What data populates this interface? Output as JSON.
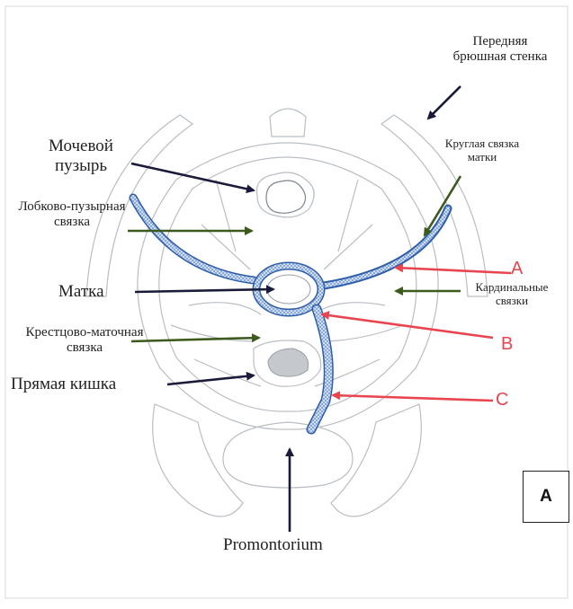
{
  "labels": {
    "anterior_wall": "Передняя брюшная стенка",
    "round_ligament": "Круглая связка матки",
    "bladder": "Мочевой пузырь",
    "pubovesical": "Лобково-пузырная связка",
    "uterus": "Матка",
    "cardinal": "Кардинальные связки",
    "sacrouterine": "Крестцово-маточная связка",
    "rectum": "Прямая кишка",
    "promontorium": "Promontorium"
  },
  "letters": {
    "a": "A",
    "b": "B",
    "c": "C"
  },
  "panel_label": "A",
  "colors": {
    "black_arrow": "#1a1a3a",
    "green_arrow": "#3d5a1e",
    "red_arrow": "#e8454f",
    "mesh": "#3b6fc4",
    "sketch": "#b9bec4"
  }
}
